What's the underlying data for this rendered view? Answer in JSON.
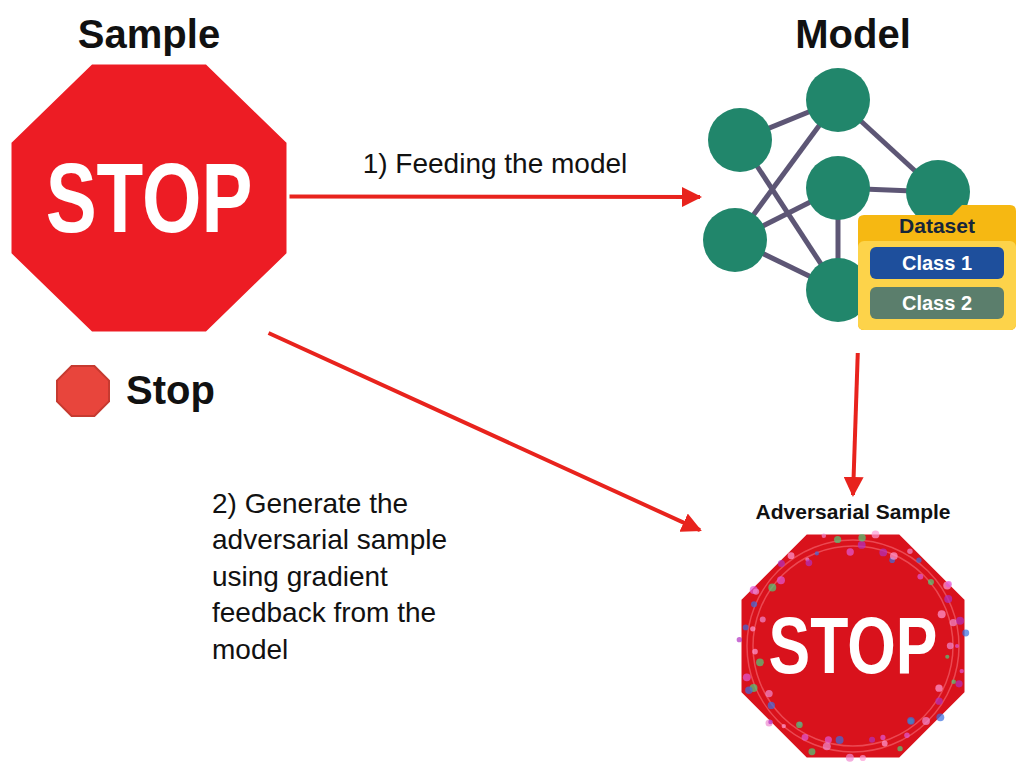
{
  "diagram": {
    "nodes": [
      {
        "text": [
          "Sample",
          "STOP"
        ]
      },
      {
        "text": [
          "Model"
        ]
      },
      {
        "text": [
          "Dataset"
        ],
        "in": 1
      },
      {
        "text": [
          "Class 1"
        ],
        "in": 2
      },
      {
        "text": [
          "Class 2"
        ],
        "in": 2
      },
      {
        "text": [
          "Adversarial Sample",
          "STOP"
        ]
      }
    ],
    "edges": [
      {
        "from": 0,
        "to": 1,
        "label": "1) Feeding the model",
        "arrow": "to"
      },
      {
        "from": 0,
        "to": 5,
        "label": "2) Generate the adversarial sample using gradient feedback from the model",
        "arrow": "to"
      },
      {
        "from": 1,
        "to": 5,
        "arrow": "to"
      }
    ],
    "labels": [
      "Stop"
    ]
  }
}
